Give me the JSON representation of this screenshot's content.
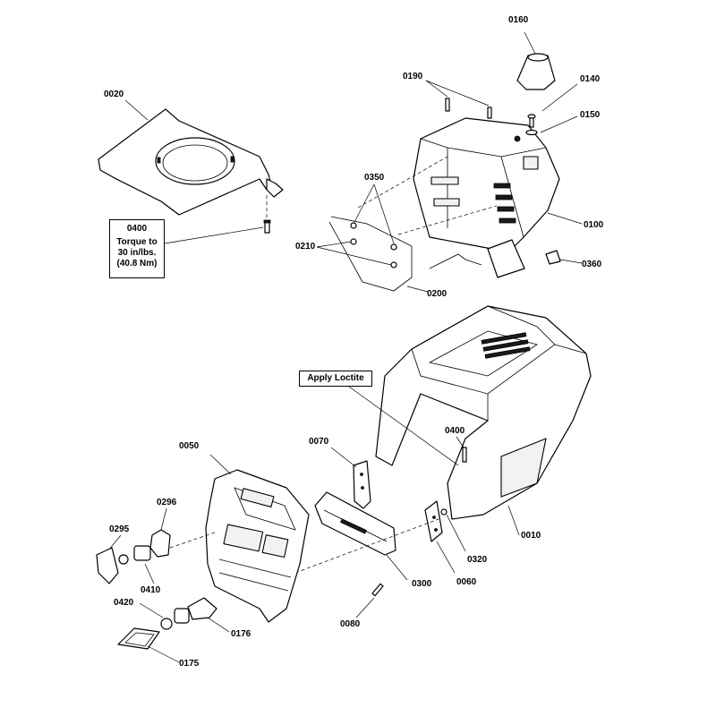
{
  "callouts": {
    "p0020": "0020",
    "p0160": "0160",
    "p0190": "0190",
    "p0140": "0140",
    "p0150": "0150",
    "p0350": "0350",
    "p0100": "0100",
    "p0210": "0210",
    "p0360": "0360",
    "p0200": "0200",
    "p0070": "0070",
    "p0400b": "0400",
    "p0050": "0050",
    "p0296": "0296",
    "p0295": "0295",
    "p0410": "0410",
    "p0420": "0420",
    "p0176": "0176",
    "p0175": "0175",
    "p0300": "0300",
    "p0080": "0080",
    "p0060": "0060",
    "p0320": "0320",
    "p0010": "0010"
  },
  "notes": {
    "torque": {
      "part": "0400",
      "line1": "Torque to",
      "line2": "30 in/lbs.",
      "line3": "(40.8 Nm)"
    },
    "loctite": "Apply Loctite"
  }
}
